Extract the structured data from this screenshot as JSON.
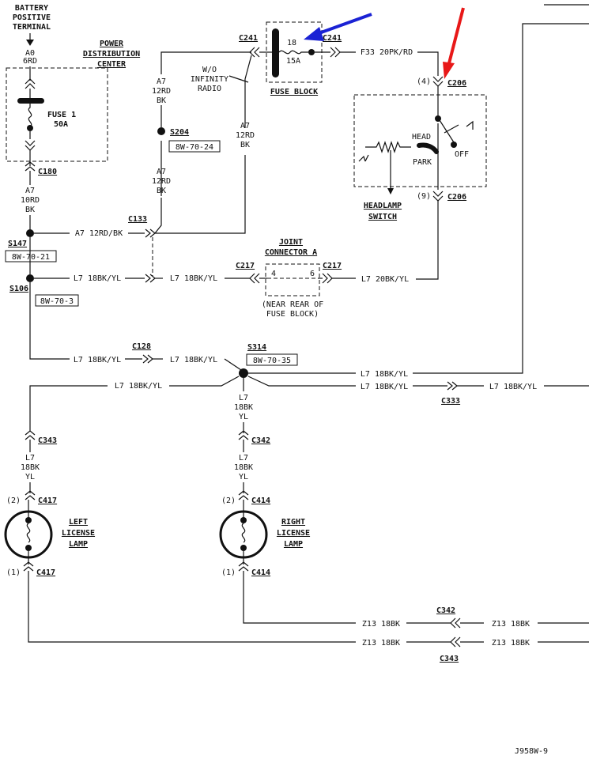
{
  "battery": {
    "line1": "BATTERY",
    "line2": "POSITIVE",
    "line3": "TERMINAL",
    "wire_code": "A0",
    "wire_spec": "6RD"
  },
  "pdc": {
    "line1": "POWER",
    "line2": "DISTRIBUTION",
    "line3": "CENTER"
  },
  "fuse1": {
    "name": "FUSE 1",
    "rating": "50A"
  },
  "fuse_block": {
    "label": "FUSE BLOCK",
    "fuse_number": "18",
    "rating": "15A"
  },
  "wires": {
    "a7": "A7",
    "12rd": "12RD",
    "bk": "BK",
    "10rd": "10RD",
    "a7_full": "A7 12RD/BK",
    "l7_18": "L7 18BK/YL",
    "l7_20": "L7 20BK/YL",
    "l7": "L7",
    "18bk": "18BK",
    "yl": "YL",
    "f33": "F33 20PK/RD",
    "z13": "Z13 18BK"
  },
  "connectors": {
    "c241": "C241",
    "c180": "C180",
    "c133": "C133",
    "c206": "C206",
    "c217": "C217",
    "c128": "C128",
    "c333": "C333",
    "c343": "C343",
    "c342": "C342",
    "c417": "C417",
    "c414": "C414"
  },
  "splices": {
    "s204": "S204",
    "s147": "S147",
    "s106": "S106",
    "s314": "S314"
  },
  "refs": {
    "s204": "8W-70-24",
    "s147": "8W-70-21",
    "s106": "8W-70-3",
    "s314": "8W-70-35"
  },
  "infinity_note": {
    "line1": "W/O",
    "line2": "INFINITY",
    "line3": "RADIO"
  },
  "headlamp_switch": {
    "label1": "HEADLAMP",
    "label2": "SWITCH",
    "head": "HEAD",
    "park": "PARK",
    "off": "OFF",
    "pin_top": "(4)",
    "pin_bottom": "(9)"
  },
  "joint_connector": {
    "label1": "JOINT",
    "label2": "CONNECTOR A",
    "pin_left": "4",
    "pin_right": "6",
    "note1": "(NEAR REAR OF",
    "note2": "FUSE BLOCK)"
  },
  "left_lamp": {
    "line1": "LEFT",
    "line2": "LICENSE",
    "line3": "LAMP"
  },
  "right_lamp": {
    "line1": "RIGHT",
    "line2": "LICENSE",
    "line3": "LAMP"
  },
  "pins": {
    "p1": "(1)",
    "p2": "(2)"
  },
  "drawing_number": "J958W-9",
  "colors": {
    "blue_arrow": "#1a22d4",
    "red_arrow": "#e81818",
    "ink": "#111111"
  }
}
